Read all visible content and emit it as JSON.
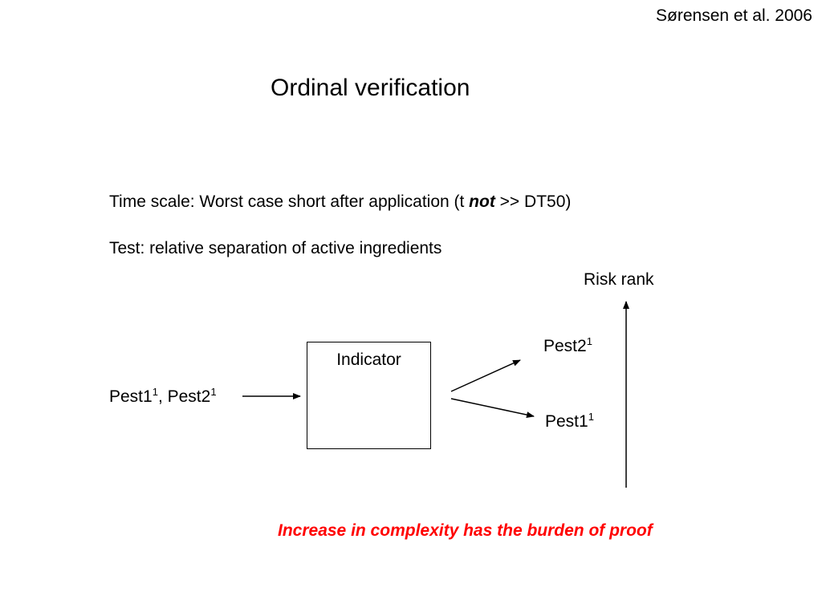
{
  "slide": {
    "citation": "Sørensen et al. 2006",
    "title": "Ordinal verification",
    "timescale": {
      "prefix": "Time scale: Worst case short after application (t ",
      "emphasis": "not",
      "suffix": " >> DT50)"
    },
    "test": "Test: relative separation of active ingredients",
    "risk_rank": "Risk rank",
    "indicator": "Indicator",
    "inputs": {
      "a": "Pest1",
      "a_sup": "1",
      "sep": ", ",
      "b": "Pest2",
      "b_sup": "1"
    },
    "outputs": {
      "top": "Pest2",
      "top_sup": "1",
      "bottom": "Pest1",
      "bottom_sup": "1"
    },
    "footer": "Increase in complexity has the burden of proof",
    "colors": {
      "footer": "#ff0000",
      "lines": "#000000"
    }
  }
}
